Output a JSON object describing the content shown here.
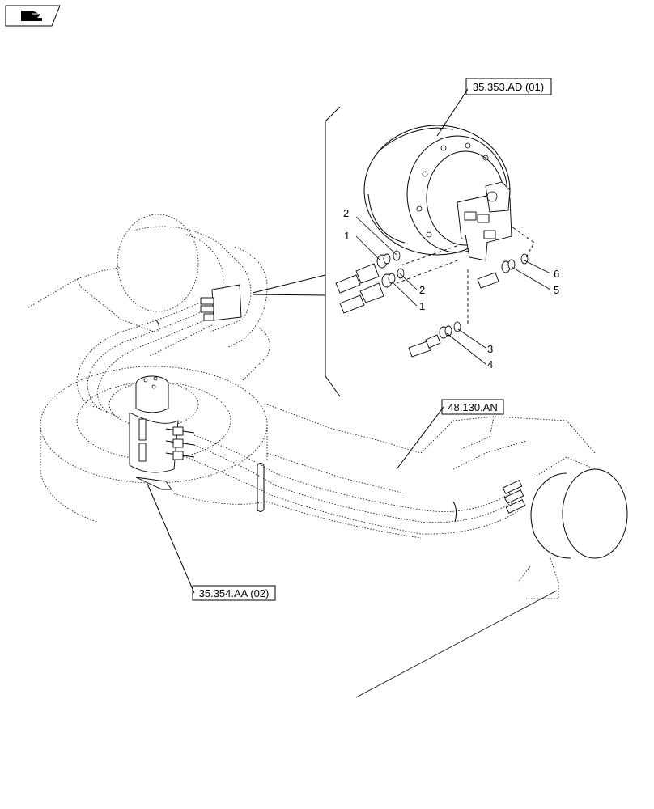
{
  "diagram": {
    "references": {
      "travel_motor": "35.353.AD (01)",
      "hose_group": "48.130.AN",
      "swivel_joint": "35.354.AA (02)"
    },
    "callouts": {
      "c1a": "1",
      "c1b": "1",
      "c2a": "2",
      "c2b": "2",
      "c3": "3",
      "c4": "4",
      "c5": "5",
      "c6": "6"
    },
    "icons": {
      "corner": "next-page-hand-icon"
    }
  }
}
